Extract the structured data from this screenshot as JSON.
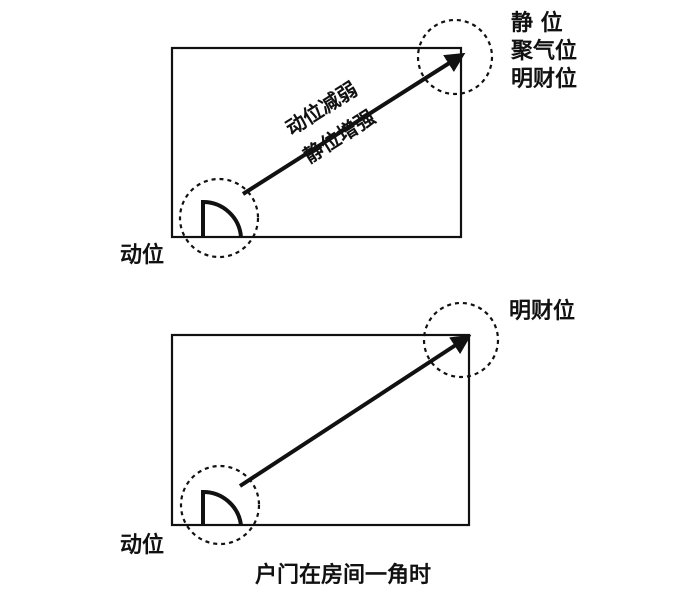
{
  "top_diagram": {
    "corner_labels": [
      "静 位",
      "聚气位",
      "明财位"
    ],
    "door_label": "动位",
    "arrow_label_upper": "动位减弱",
    "arrow_label_lower": "静位增强"
  },
  "bottom_diagram": {
    "corner_label": "明财位",
    "door_label": "动位",
    "caption": "户门在房间一角时"
  },
  "colors": {
    "ink": "#111111",
    "background": "#ffffff"
  }
}
